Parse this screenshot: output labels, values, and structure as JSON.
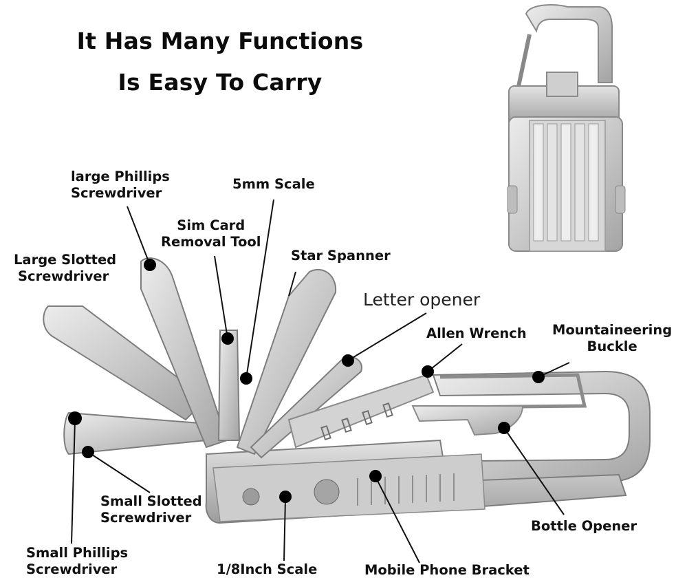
{
  "headline": {
    "line1": "It Has Many Functions",
    "line2": "Is Easy To Carry"
  },
  "labels": {
    "large_phillips": [
      "large Phillips",
      "Screwdriver"
    ],
    "five_mm_scale": "5mm Scale",
    "sim_card": [
      "Sim Card",
      "Removal Tool"
    ],
    "large_slotted": [
      "Large Slotted",
      "Screwdriver"
    ],
    "star_spanner": "Star Spanner",
    "letter_opener": "Letter opener",
    "allen_wrench": "Allen Wrench",
    "mountaineering_buckle": [
      "Mountaineering",
      "Buckle"
    ],
    "small_slotted": [
      "Small Slotted",
      "Screwdriver"
    ],
    "bottle_opener": "Bottle Opener",
    "small_phillips": [
      "Small Phillips",
      "Screwdriver"
    ],
    "eighth_inch_scale": "1/8Inch Scale",
    "phone_bracket": "Mobile Phone Bracket"
  },
  "colors": {
    "metal_light": "#d9d9d9",
    "metal_mid": "#b8b8b8",
    "metal_dark": "#8a8a8a",
    "marker": "#000000",
    "text": "#111111"
  }
}
